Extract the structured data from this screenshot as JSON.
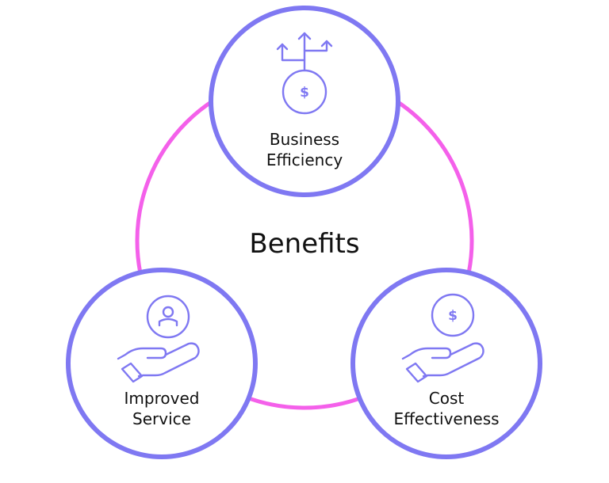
{
  "diagram": {
    "center_label": "Benefits",
    "colors": {
      "ring": "#f460ea",
      "node_border": "#7f78f2",
      "icon": "#7f78f2",
      "text": "#111111",
      "background": "#ffffff"
    },
    "nodes": [
      {
        "icon": "dollar-growth-arrows-icon",
        "label_line1": "Business",
        "label_line2": "Efficiency"
      },
      {
        "icon": "hand-holding-person-icon",
        "label_line1": "Improved",
        "label_line2": "Service"
      },
      {
        "icon": "hand-holding-dollar-icon",
        "label_line1": "Cost",
        "label_line2": "Effectiveness"
      }
    ],
    "icon_glyphs": {
      "dollar": "$"
    }
  }
}
